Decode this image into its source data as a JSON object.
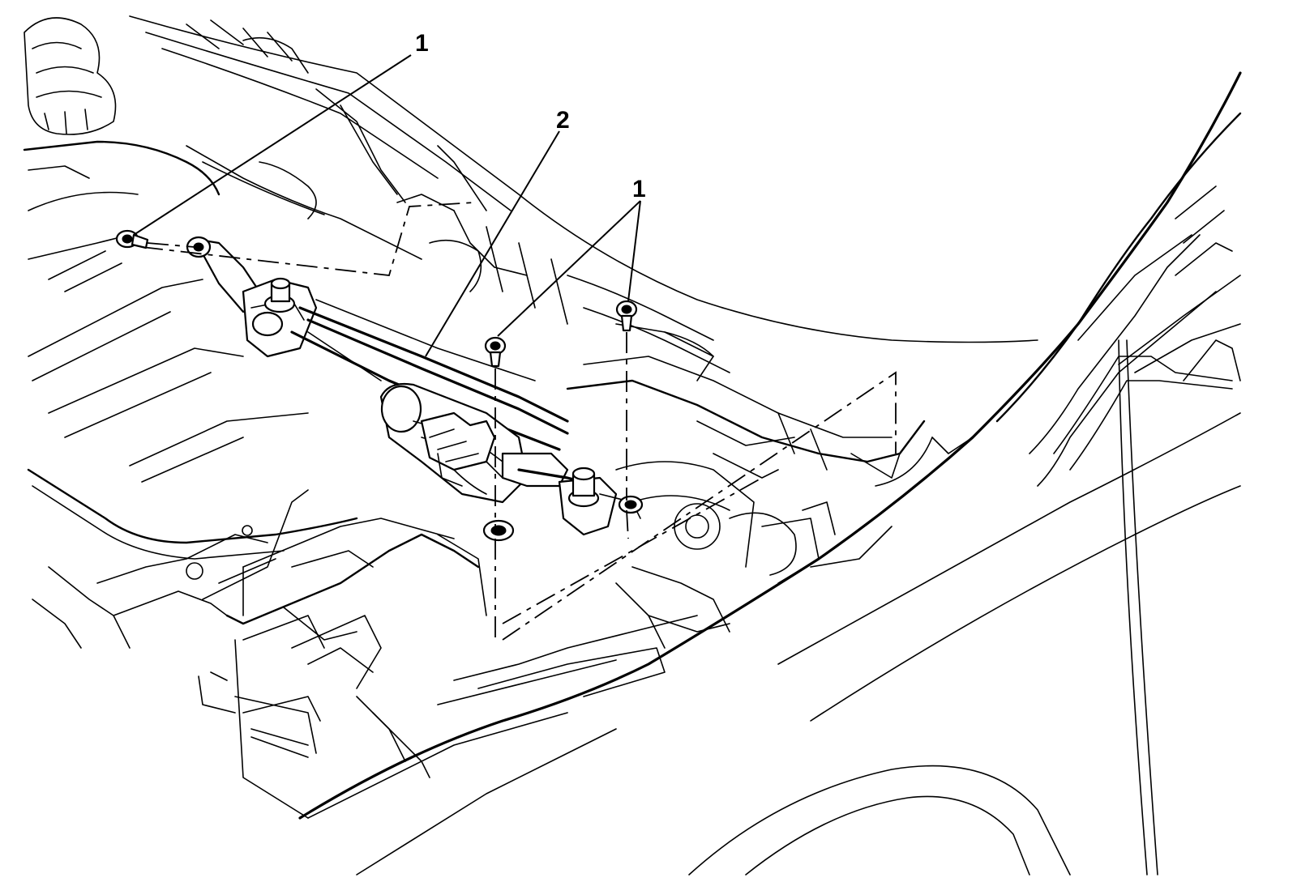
{
  "callouts": [
    {
      "id": "c1a",
      "text": "1"
    },
    {
      "id": "c2",
      "text": "2"
    },
    {
      "id": "c1b",
      "text": "1"
    }
  ],
  "parts": [
    {
      "callout": "1",
      "name": "wiper-bolt"
    },
    {
      "callout": "2",
      "name": "wiper-transmission-module"
    }
  ]
}
